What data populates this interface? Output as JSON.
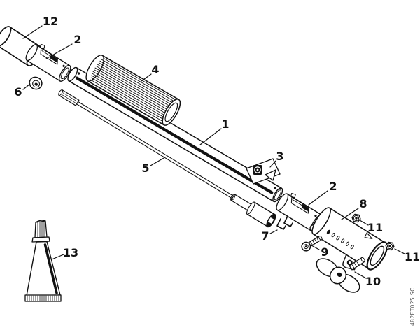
{
  "figure": {
    "type": "exploded-parts-diagram",
    "code": "482ET025 SC"
  },
  "colors": {
    "background": "#ffffff",
    "line": "#111111",
    "code_text": "#555555"
  },
  "callouts": [
    {
      "label": "12",
      "part": "protective-cap"
    },
    {
      "label": "2",
      "part": "coupling-plug-upper"
    },
    {
      "label": "4",
      "part": "grip-sleeve"
    },
    {
      "label": "6",
      "part": "nut"
    },
    {
      "label": "1",
      "part": "drive-tube"
    },
    {
      "label": "5",
      "part": "drive-shaft"
    },
    {
      "label": "3",
      "part": "information-label"
    },
    {
      "label": "2",
      "part": "coupling-plug-lower"
    },
    {
      "label": "7",
      "part": "retaining-clip"
    },
    {
      "label": "8",
      "part": "coupling-sleeve"
    },
    {
      "label": "11",
      "part": "nut-on-sleeve"
    },
    {
      "label": "9",
      "part": "screw"
    },
    {
      "label": "11",
      "part": "nut-right"
    },
    {
      "label": "10",
      "part": "wing-screw"
    },
    {
      "label": "13",
      "part": "grease-tube"
    }
  ]
}
